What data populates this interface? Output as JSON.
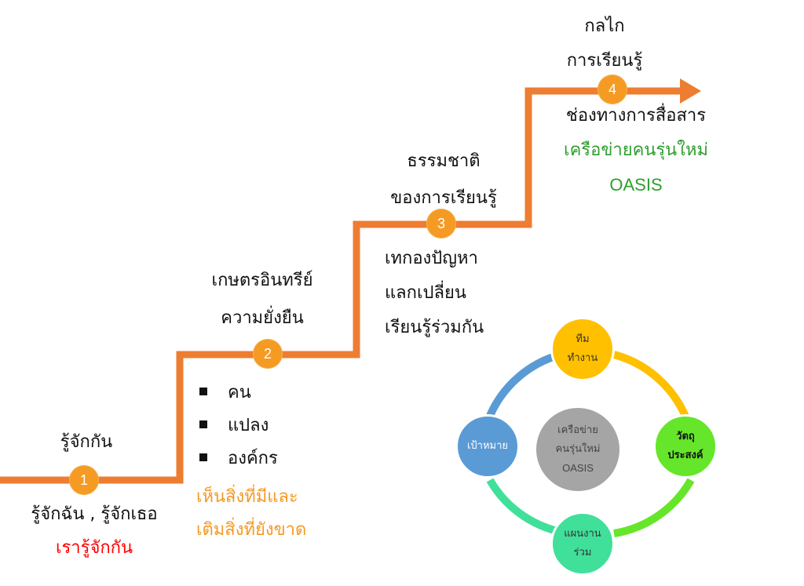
{
  "colors": {
    "path": "#ed7d31",
    "marker": "#f59a23",
    "accent_red": "#ff0000",
    "accent_orange": "#f59a23",
    "accent_green": "#2f9e2f"
  },
  "steps": [
    {
      "number": "1",
      "title": [
        "รู้จักกัน"
      ],
      "body": [
        "รู้จักฉัน , รู้จักเธอ"
      ],
      "highlight": [
        "เรารู้จักกัน"
      ]
    },
    {
      "number": "2",
      "title": [
        "เกษตรอินทรีย์",
        "ความยั่งยืน"
      ],
      "bullets": [
        "คน",
        "แปลง",
        "องค์กร"
      ],
      "highlight": [
        "เห็นสิ่งที่มีและ",
        "เติมสิ่งที่ยังขาด"
      ]
    },
    {
      "number": "3",
      "title": [
        "ธรรมชาติ",
        "ของการเรียนรู้"
      ],
      "body": [
        "เทกองปัญหา",
        "แลกเปลี่ยน",
        "เรียนรู้ร่วมกัน"
      ]
    },
    {
      "number": "4",
      "title": [
        "กลไก",
        "การเรียนรู้"
      ],
      "body": [
        "ช่องทางการสื่อสาร"
      ],
      "highlight": [
        "เครือข่ายคนรุ่นใหม่",
        "OASIS"
      ]
    }
  ],
  "cycle": {
    "center": [
      "เครือข่าย",
      "คนรุ่นใหม่",
      "OASIS"
    ],
    "nodes": [
      {
        "label": [
          "ทีม",
          "ทำงาน"
        ],
        "color": "#ffc000"
      },
      {
        "label": [
          "วัตถุ",
          "ประสงค์"
        ],
        "color": "#66e62a"
      },
      {
        "label": [
          "แผนงาน",
          "ร่วม"
        ],
        "color": "#40e09a"
      },
      {
        "label": [
          "เป้าหมาย"
        ],
        "color": "#5b9bd5"
      }
    ],
    "center_color": "#a5a5a5"
  }
}
